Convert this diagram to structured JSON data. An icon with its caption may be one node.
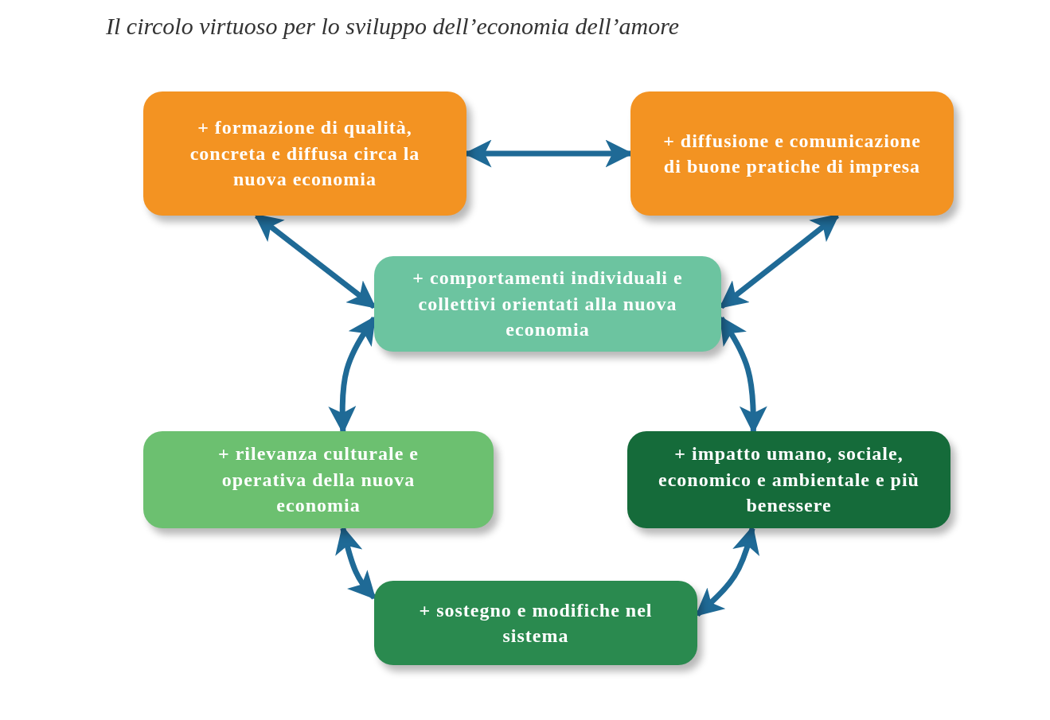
{
  "diagram": {
    "title": "Il circolo virtuoso per lo sviluppo dell’economia dell’amore",
    "nodes": [
      {
        "text": [
          "+ formazione di qualità, concreta e diffusa circa la nuova economia"
        ]
      },
      {
        "text": [
          "+ diffusione e comunicazione di buone pratiche di impresa"
        ]
      },
      {
        "text": [
          "+ comportamenti individuali e collettivi orientati alla nuova economia"
        ]
      },
      {
        "text": [
          "+ rilevanza culturale e operativa della nuova economia"
        ]
      },
      {
        "text": [
          "+ impatto umano, sociale, economico e ambientale e più benessere"
        ]
      },
      {
        "text": [
          "+ sostegno e modifiche nel sistema"
        ]
      }
    ],
    "edges": [
      {
        "from": 0,
        "to": 1,
        "arrow": "both"
      },
      {
        "from": 0,
        "to": 2,
        "arrow": "both"
      },
      {
        "from": 1,
        "to": 2,
        "arrow": "both"
      },
      {
        "from": 2,
        "to": 3,
        "arrow": "both"
      },
      {
        "from": 2,
        "to": 4,
        "arrow": "both"
      },
      {
        "from": 3,
        "to": 5,
        "arrow": "both"
      },
      {
        "from": 4,
        "to": 5,
        "arrow": "both"
      }
    ]
  }
}
